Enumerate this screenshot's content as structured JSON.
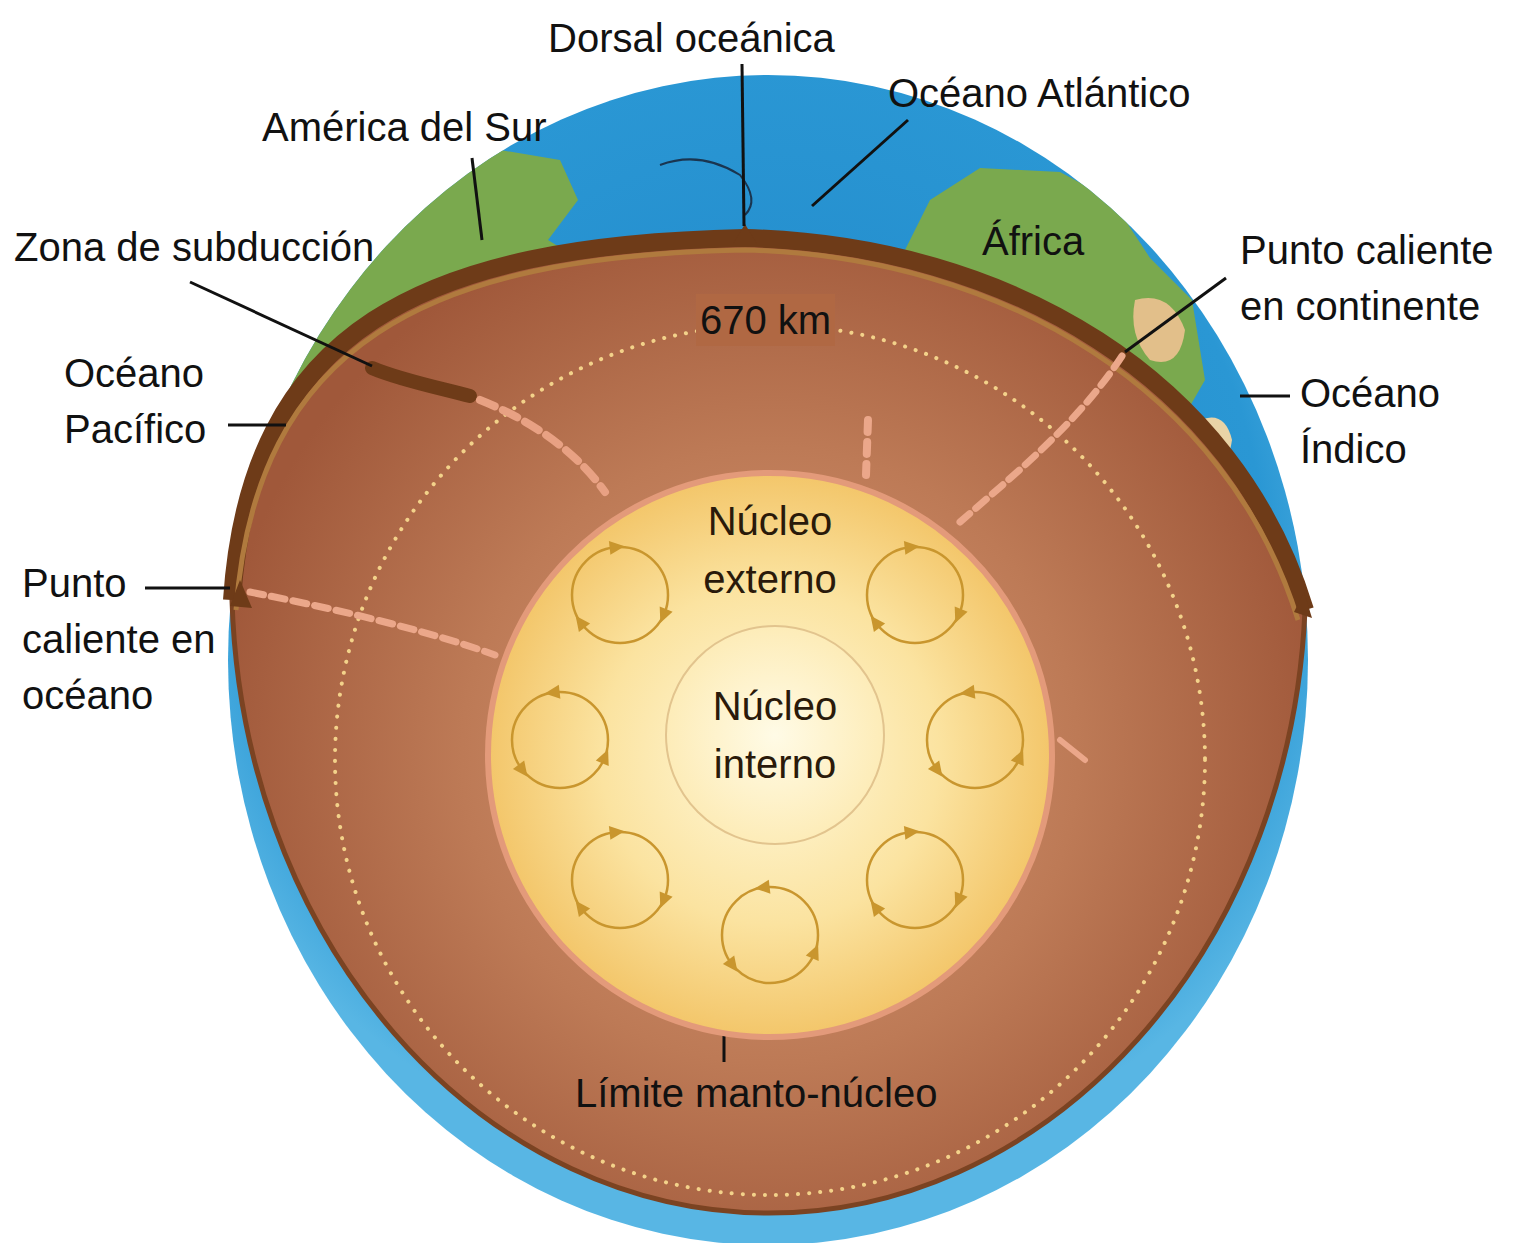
{
  "diagram": {
    "nodes": [
      {
        "text": [
          "Núcleo externo"
        ]
      },
      {
        "text": [
          "Núcleo interno"
        ],
        "in": 0
      }
    ],
    "labels": [
      "Dorsal oceánica",
      "Océano Atlántico",
      "América del Sur",
      "África",
      "Zona de subducción",
      "Punto caliente en continente",
      "670 km",
      "Océano Pacífico",
      "Océano Índico",
      "Punto caliente en océano",
      "Límite manto-núcleo"
    ]
  }
}
